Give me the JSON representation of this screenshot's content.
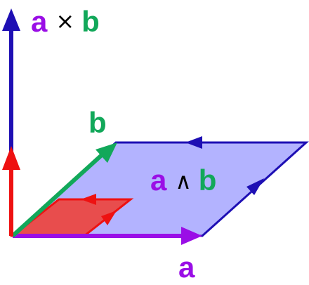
{
  "colors": {
    "a": "#9a0ee6",
    "b": "#12a85a",
    "cross": "#1e0fb4",
    "area_fill": "#b3b3ff",
    "area_edge": "#1e0fb4",
    "small_fill": "#e84d4d",
    "small_edge": "#ee1111"
  },
  "labels": {
    "cross_a": "a",
    "cross_op": "×",
    "cross_b": "b",
    "vec_b": "b",
    "wedge_a": "a",
    "wedge_op": "∧",
    "wedge_b": "b",
    "vec_a": "a"
  }
}
